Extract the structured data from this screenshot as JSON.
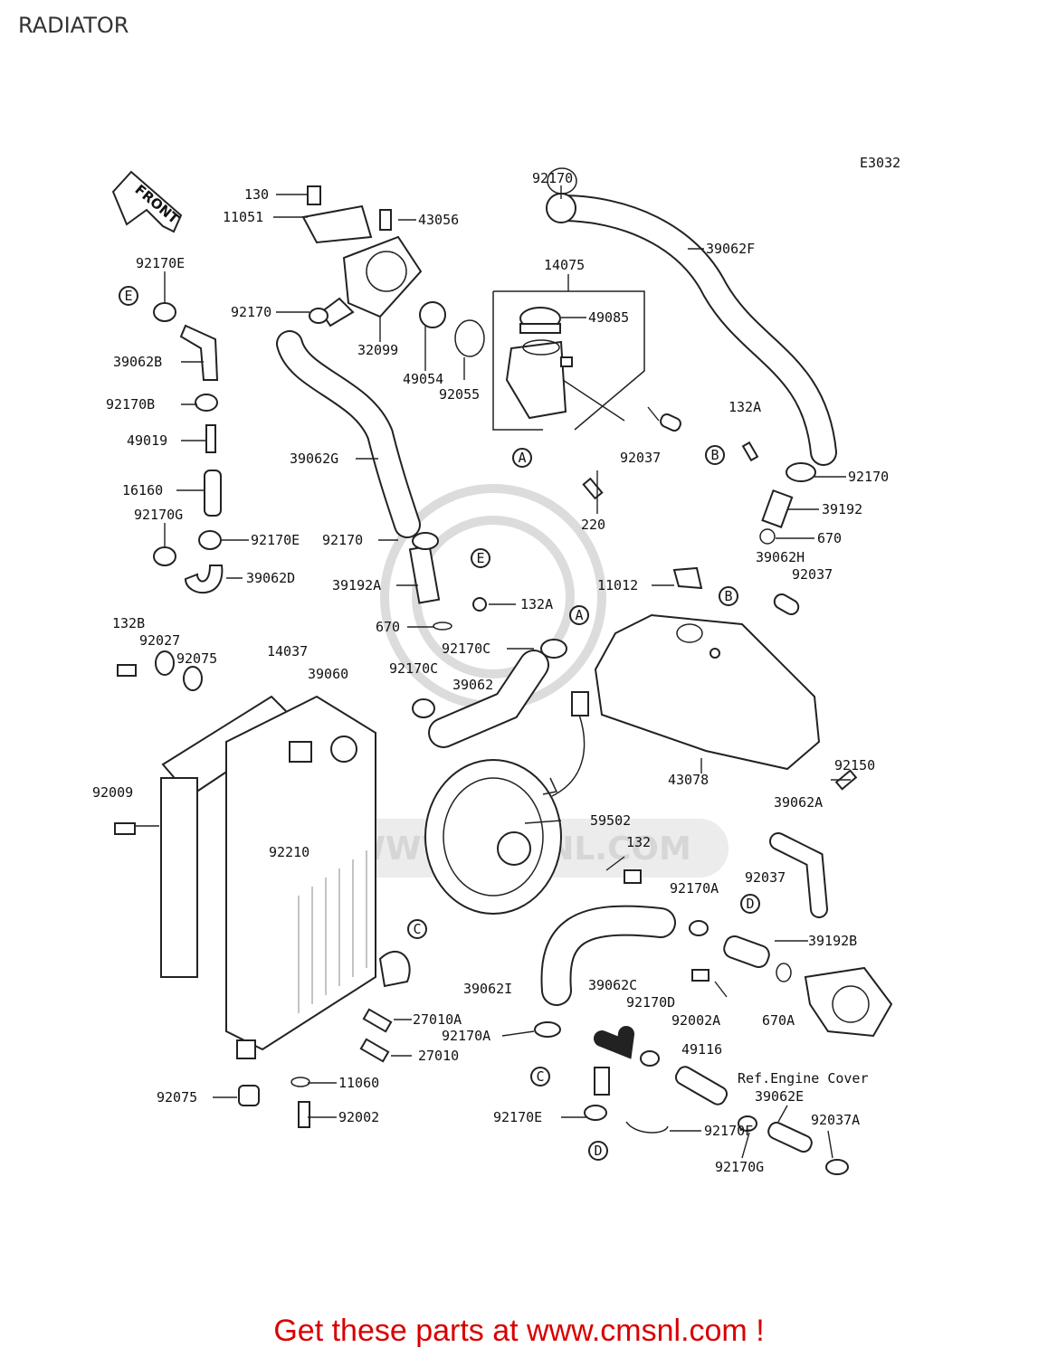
{
  "page_title": "RADIATOR",
  "diagram_code": "E3032",
  "front_label": "FRONT",
  "ref_label": "Ref.Engine Cover",
  "footer_text": "Get these parts at www.cmsnl.com !",
  "watermark_text": "WWW.CMSNL.COM",
  "ref_markers": {
    "A": "A",
    "B": "B",
    "C": "C",
    "D": "D",
    "E": "E"
  },
  "part_labels": {
    "p130": "130",
    "p43056": "43056",
    "p11051": "11051",
    "p92170_top": "92170",
    "p39062F": "39062F",
    "p14075": "14075",
    "p49085": "49085",
    "p92170E_1": "92170E",
    "p92170_a": "92170",
    "p32099": "32099",
    "p49054": "49054",
    "p92055": "92055",
    "p39062B": "39062B",
    "p92170B": "92170B",
    "p49019": "49019",
    "p16160": "16160",
    "p92170G_1": "92170G",
    "p92170E_2": "92170E",
    "p39062D": "39062D",
    "p39062G": "39062G",
    "p92170_b": "92170",
    "p92037_1": "92037",
    "p132A_1": "132A",
    "p220": "220",
    "p92170_c": "92170",
    "p39192": "39192",
    "p670_1": "670",
    "p39062H": "39062H",
    "p92037_2": "92037",
    "p11012": "11012",
    "p39192A": "39192A",
    "p132A_2": "132A",
    "p670_2": "670",
    "p132B": "132B",
    "p92027": "92027",
    "p92075_1": "92075",
    "p14037": "14037",
    "p39060": "39060",
    "p92170C_1": "92170C",
    "p92170C_2": "92170C",
    "p39062": "39062",
    "p92150": "92150",
    "p43078": "43078",
    "p92009": "92009",
    "p39062A": "39062A",
    "p59502": "59502",
    "p92210": "92210",
    "p132": "132",
    "p92037_3": "92037",
    "p92170A_1": "92170A",
    "p39192B": "39192B",
    "p39062I": "39062I",
    "p39062C": "39062C",
    "p92170D": "92170D",
    "p92002A": "92002A",
    "p670A": "670A",
    "p27010A": "27010A",
    "p92170A_2": "92170A",
    "p27010": "27010",
    "p49116": "49116",
    "p11060": "11060",
    "p92075_2": "92075",
    "p92002": "92002",
    "p92170E_3": "92170E",
    "p92170F": "92170F",
    "p39062E": "39062E",
    "p92037A": "92037A",
    "p92170G_2": "92170G"
  }
}
